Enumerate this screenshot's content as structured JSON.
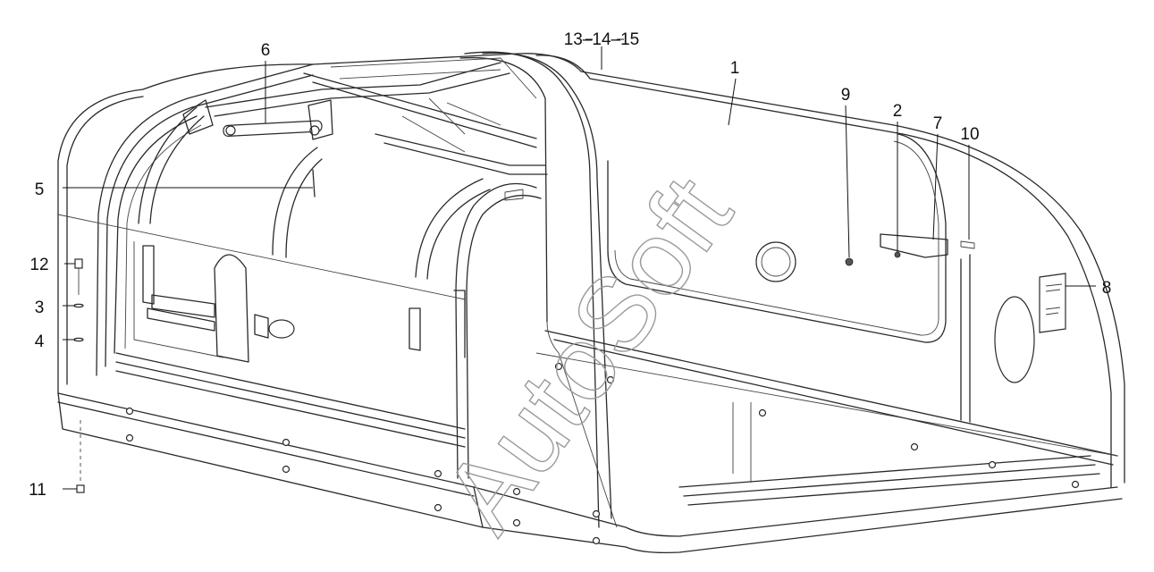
{
  "diagram": {
    "callouts": [
      {
        "id": "c1",
        "label": "1"
      },
      {
        "id": "c2",
        "label": "2"
      },
      {
        "id": "c3",
        "label": "3"
      },
      {
        "id": "c4",
        "label": "4"
      },
      {
        "id": "c5",
        "label": "5"
      },
      {
        "id": "c6",
        "label": "6"
      },
      {
        "id": "c7",
        "label": "7"
      },
      {
        "id": "c8",
        "label": "8"
      },
      {
        "id": "c9",
        "label": "9"
      },
      {
        "id": "c10",
        "label": "10"
      },
      {
        "id": "c11",
        "label": "11"
      },
      {
        "id": "c12",
        "label": "12"
      },
      {
        "id": "c13",
        "label": "13–14–15"
      }
    ],
    "watermark": "AutoSoft",
    "colors": {
      "line": "#2a2a2a",
      "background": "#ffffff",
      "watermark": "#9a9a9a"
    }
  }
}
